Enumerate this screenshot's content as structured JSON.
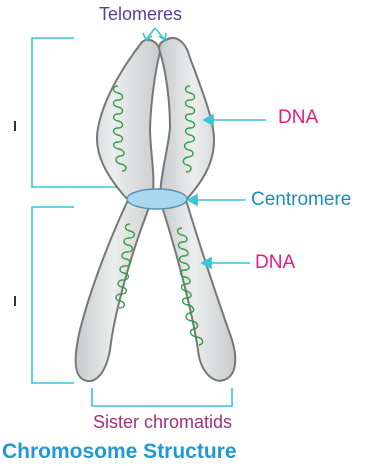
{
  "labels": {
    "telomeres": "Telomeres",
    "dna_top": "DNA",
    "centromere": "Centromere",
    "dna_bottom": "DNA",
    "sister_chromatids": "Sister chromatids",
    "title": "Chromosome Structure"
  },
  "colors": {
    "telomeres_text": "#5b3f9c",
    "dna_text": "#e8197f",
    "centromere_text": "#1a8fbf",
    "sister_text": "#a0307a",
    "title_text": "#1f9ad6",
    "leader": "#3bc4d2",
    "chromatid_fill": "#dfe1e2",
    "chromatid_stroke": "#777777",
    "centromere_fill": "#a8d8f0",
    "dna_coil": "#2e9c4a"
  },
  "icons": {
    "left_edge_marks": "tick-mark"
  }
}
